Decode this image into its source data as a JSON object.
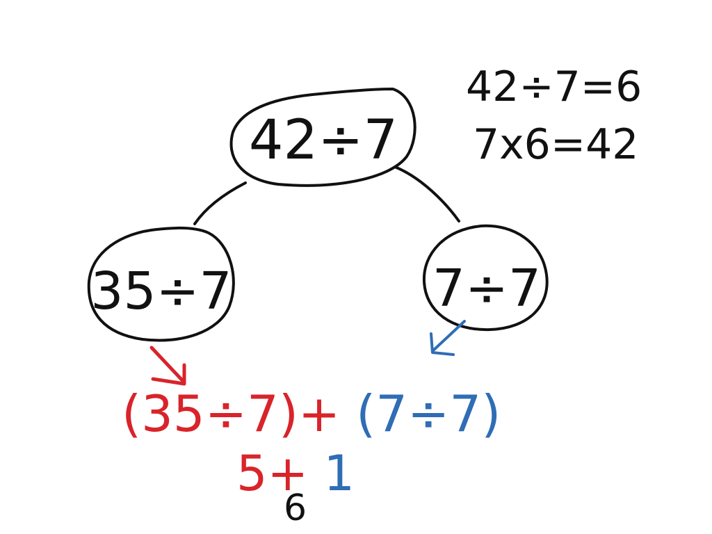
{
  "colors": {
    "background": "#ffffff",
    "ink": "#111111",
    "red": "#d8242a",
    "blue": "#2f6db5"
  },
  "tree": {
    "root": {
      "text": "42÷7"
    },
    "left": {
      "text": "35÷7"
    },
    "right": {
      "text": "7÷7"
    }
  },
  "side_facts": [
    "42÷7=6",
    "7x6=42"
  ],
  "expression": {
    "red_part": "(35÷7)+",
    "blue_part": "(7÷7)"
  },
  "partial_sum": {
    "red_part": "5+",
    "blue_part": "1"
  },
  "answer": "6"
}
